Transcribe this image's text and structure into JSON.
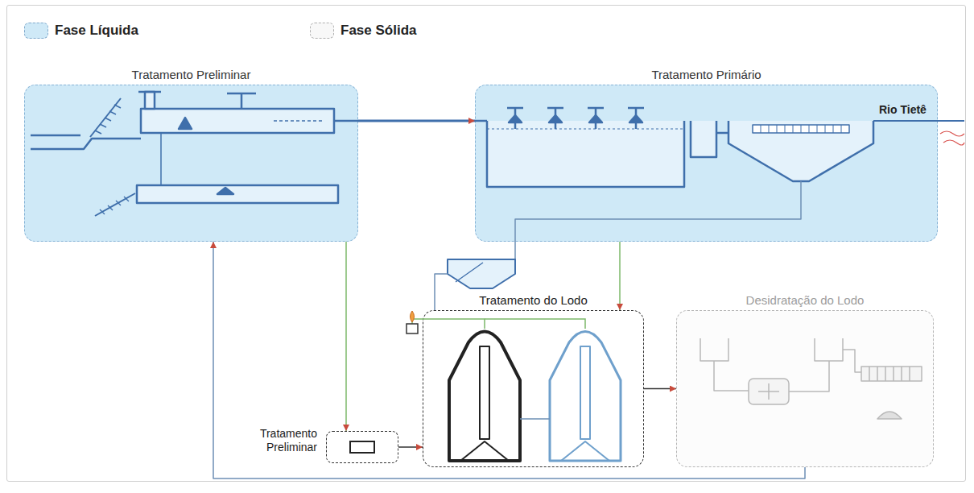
{
  "diagram": {
    "nodes": [
      {
        "text": [
          "Tratamento Preliminar"
        ]
      },
      {
        "text": [
          "Tratamento Primário"
        ]
      },
      {
        "text": [
          "Tratamento do Lodo"
        ]
      },
      {
        "text": [
          "Desidratação do Lodo"
        ]
      },
      {
        "text": [
          "Tratamento Preliminar"
        ]
      }
    ],
    "edges": [
      {
        "from": 0,
        "to": 1,
        "arrow": "to"
      },
      {
        "from": 0,
        "to": 4,
        "arrow": "to"
      },
      {
        "from": 1,
        "to": 2,
        "arrow": "to"
      },
      {
        "from": 4,
        "to": 2,
        "arrow": "to"
      },
      {
        "from": 2,
        "to": 3,
        "arrow": "to"
      },
      {
        "from": 3,
        "to": 0,
        "arrow": "to"
      }
    ],
    "labels": [
      "Rio Tietê"
    ],
    "legend": [
      {
        "text": "Fase Líquida",
        "color": "#cfe9f7"
      },
      {
        "text": "Fase Sólida",
        "color": "#f8f8f8"
      }
    ]
  }
}
